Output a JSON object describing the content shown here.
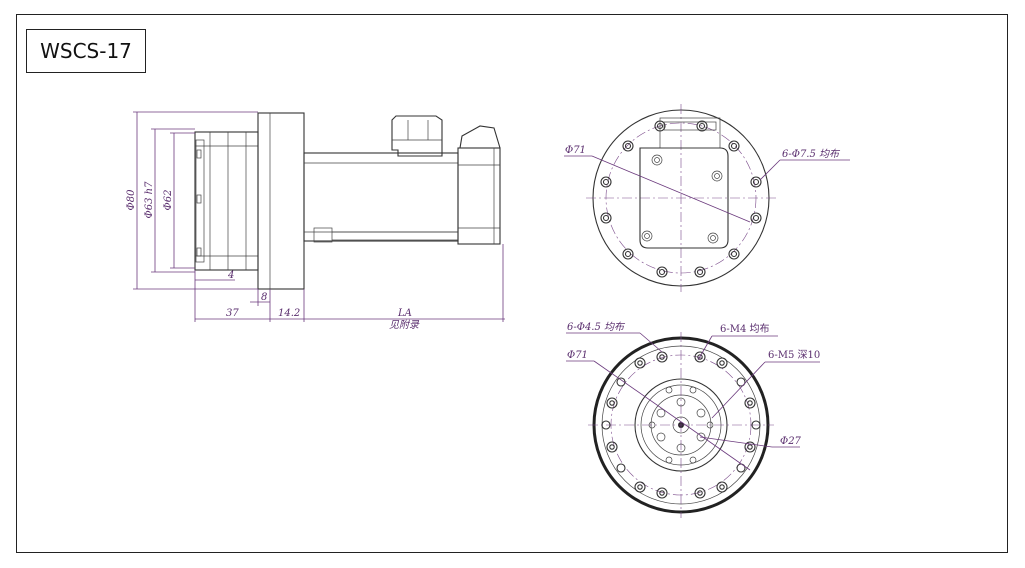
{
  "model": "WSCS-17",
  "side_view": {
    "dim_phi80": "Φ80",
    "dim_phi63h7": "Φ63 h7",
    "dim_phi62": "Φ62",
    "dim_4": "4",
    "dim_8": "8",
    "dim_37": "37",
    "dim_14_2": "14.2",
    "dim_la": "LA",
    "dim_la_note": "见附录"
  },
  "rear_view": {
    "dim_phi71": "Φ71",
    "holes": "6-Φ7.5 均布"
  },
  "front_view": {
    "holes_a": "6-Φ4.5 均布",
    "threads_m4": "6-M4 均布",
    "phi71": "Φ71",
    "threads_m5": "6-M5 深10",
    "phi27": "Φ27"
  },
  "colors": {
    "line": "#333333",
    "dimension": "#6b3a7d"
  }
}
